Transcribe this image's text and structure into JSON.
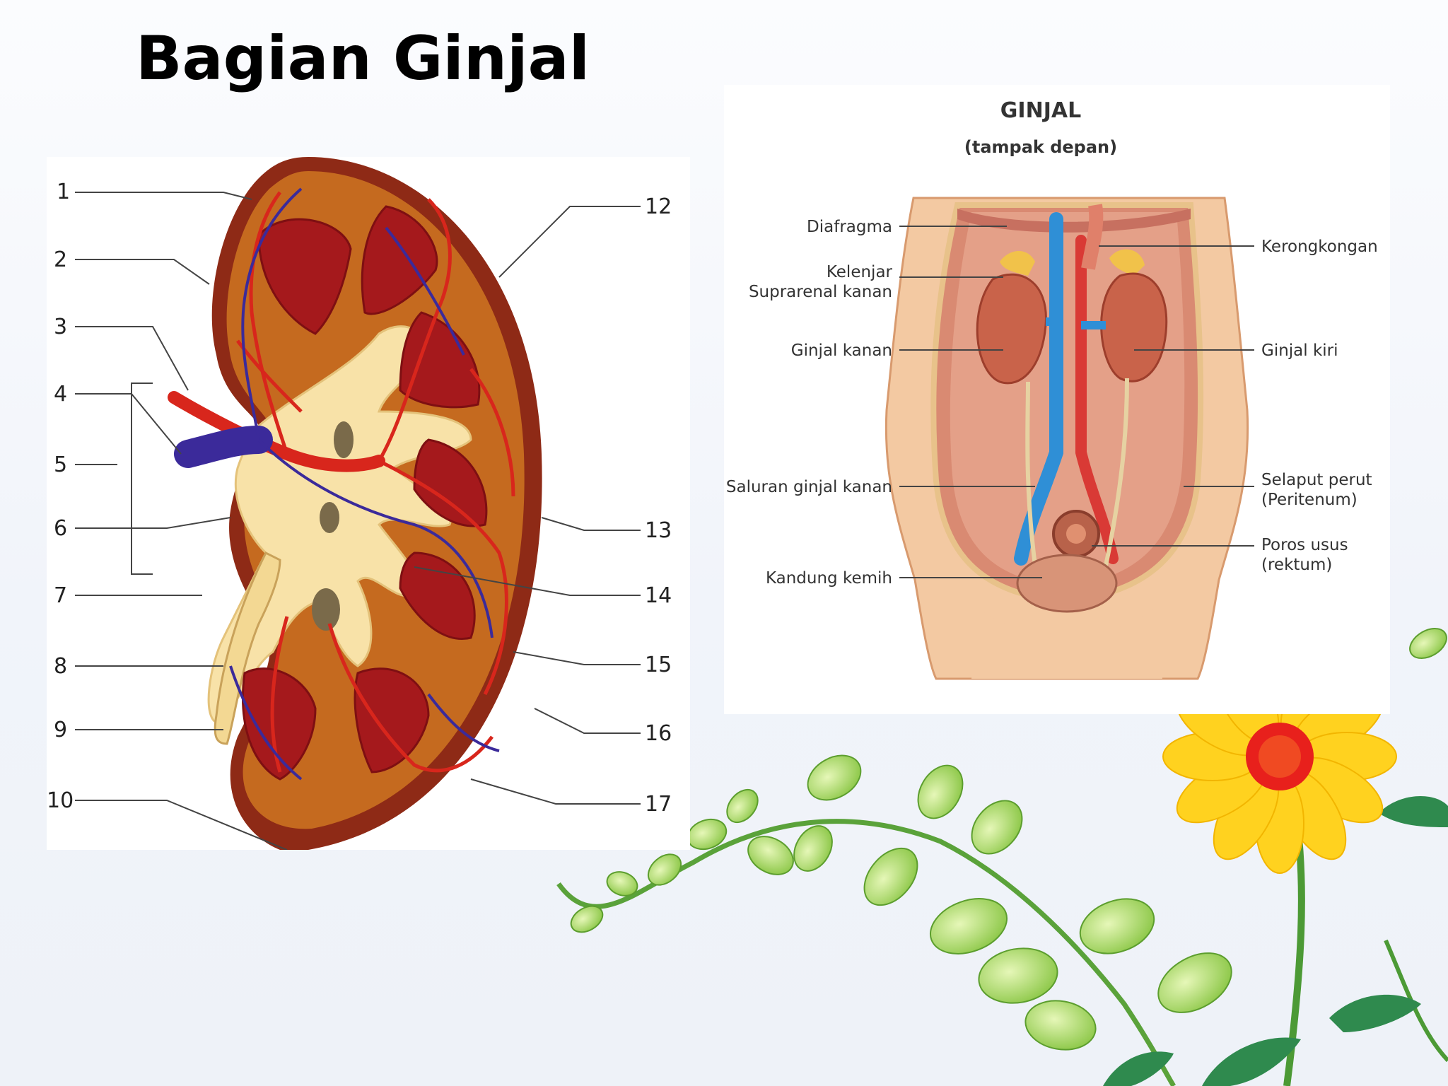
{
  "slide": {
    "title": "Bagian Ginjal"
  },
  "kidney_diagram": {
    "left_numbers": [
      "1",
      "2",
      "3",
      "4",
      "5",
      "6",
      "7",
      "8",
      "9",
      "10"
    ],
    "right_numbers": [
      "12",
      "13",
      "14",
      "15",
      "16",
      "17"
    ]
  },
  "body_diagram": {
    "title": "GINJAL",
    "subtitle": "(tampak depan)",
    "labels": {
      "diafragma": "Diafragma",
      "kelenjar_1": "Kelenjar",
      "kelenjar_2": "Suprarenal kanan",
      "ginjal_kanan": "Ginjal kanan",
      "saluran": "Saluran ginjal kanan",
      "kandung": "Kandung kemih",
      "kerongkongan": "Kerongkongan",
      "ginjal_kiri": "Ginjal kiri",
      "selaput_1": "Selaput perut",
      "selaput_2": "(Peritenum)",
      "poros_1": "Poros usus",
      "poros_2": "(rektum)"
    }
  },
  "colors": {
    "artery": "#d8261c",
    "vein": "#3b2a9a",
    "cortex": "#b8561a",
    "medulla": "#a5191c",
    "pelvis": "#f8e2a8",
    "leaf": "#9fd25a",
    "flower": "#ffd21f",
    "flower_center": "#e8201c"
  }
}
